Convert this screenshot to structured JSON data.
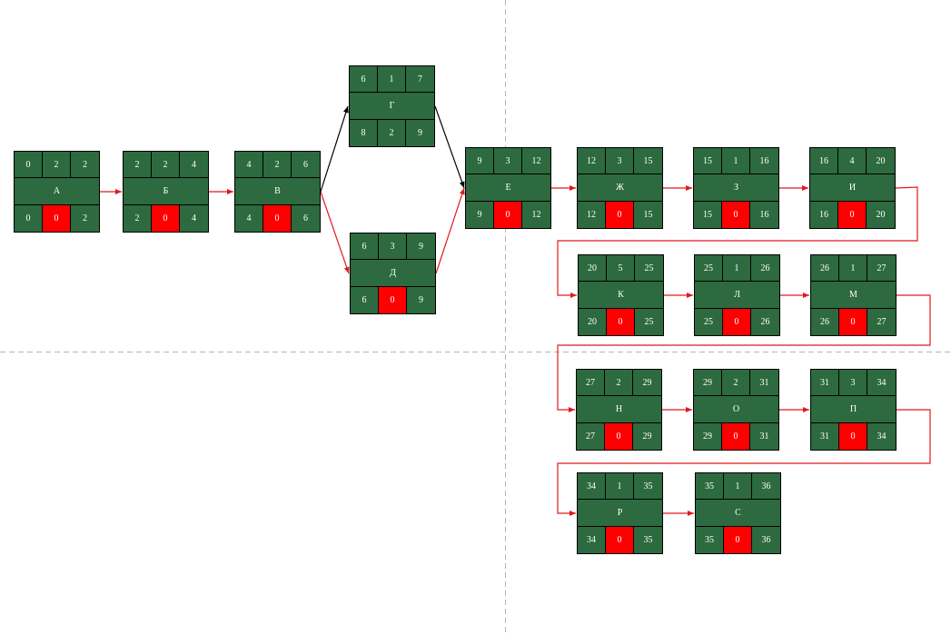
{
  "colors": {
    "node_fill": "#2d6a3f",
    "critical": "#ff0000",
    "edge_normal": "#000000",
    "edge_critical": "#e0191e",
    "guide": "#b4b4b4",
    "text": "#ffffff"
  },
  "nodes": [
    {
      "id": "A",
      "name": "А",
      "es": "0",
      "dur": "2",
      "ef": "2",
      "ls": "0",
      "slack": "0",
      "lf": "2"
    },
    {
      "id": "B",
      "name": "Б",
      "es": "2",
      "dur": "2",
      "ef": "4",
      "ls": "2",
      "slack": "0",
      "lf": "4"
    },
    {
      "id": "V",
      "name": "В",
      "es": "4",
      "dur": "2",
      "ef": "6",
      "ls": "4",
      "slack": "0",
      "lf": "6"
    },
    {
      "id": "G",
      "name": "Г",
      "es": "6",
      "dur": "1",
      "ef": "7",
      "ls": "8",
      "slack": "2",
      "lf": "9"
    },
    {
      "id": "D",
      "name": "Д",
      "es": "6",
      "dur": "3",
      "ef": "9",
      "ls": "6",
      "slack": "0",
      "lf": "9"
    },
    {
      "id": "E",
      "name": "Е",
      "es": "9",
      "dur": "3",
      "ef": "12",
      "ls": "9",
      "slack": "0",
      "lf": "12"
    },
    {
      "id": "ZH",
      "name": "Ж",
      "es": "12",
      "dur": "3",
      "ef": "15",
      "ls": "12",
      "slack": "0",
      "lf": "15"
    },
    {
      "id": "Z",
      "name": "З",
      "es": "15",
      "dur": "1",
      "ef": "16",
      "ls": "15",
      "slack": "0",
      "lf": "16"
    },
    {
      "id": "I",
      "name": "И",
      "es": "16",
      "dur": "4",
      "ef": "20",
      "ls": "16",
      "slack": "0",
      "lf": "20"
    },
    {
      "id": "K",
      "name": "К",
      "es": "20",
      "dur": "5",
      "ef": "25",
      "ls": "20",
      "slack": "0",
      "lf": "25"
    },
    {
      "id": "L",
      "name": "Л",
      "es": "25",
      "dur": "1",
      "ef": "26",
      "ls": "25",
      "slack": "0",
      "lf": "26"
    },
    {
      "id": "M",
      "name": "М",
      "es": "26",
      "dur": "1",
      "ef": "27",
      "ls": "26",
      "slack": "0",
      "lf": "27"
    },
    {
      "id": "N",
      "name": "Н",
      "es": "27",
      "dur": "2",
      "ef": "29",
      "ls": "27",
      "slack": "0",
      "lf": "29"
    },
    {
      "id": "O",
      "name": "О",
      "es": "29",
      "dur": "2",
      "ef": "31",
      "ls": "29",
      "slack": "0",
      "lf": "31"
    },
    {
      "id": "P",
      "name": "П",
      "es": "31",
      "dur": "3",
      "ef": "34",
      "ls": "31",
      "slack": "0",
      "lf": "34"
    },
    {
      "id": "R",
      "name": "Р",
      "es": "34",
      "dur": "1",
      "ef": "35",
      "ls": "34",
      "slack": "0",
      "lf": "35"
    },
    {
      "id": "S",
      "name": "С",
      "es": "35",
      "dur": "1",
      "ef": "36",
      "ls": "35",
      "slack": "0",
      "lf": "36"
    }
  ],
  "edges": [
    {
      "from": "A",
      "to": "B",
      "critical": true
    },
    {
      "from": "B",
      "to": "V",
      "critical": true
    },
    {
      "from": "V",
      "to": "G",
      "critical": false
    },
    {
      "from": "V",
      "to": "D",
      "critical": true
    },
    {
      "from": "G",
      "to": "E",
      "critical": false
    },
    {
      "from": "D",
      "to": "E",
      "critical": true
    },
    {
      "from": "E",
      "to": "ZH",
      "critical": true
    },
    {
      "from": "ZH",
      "to": "Z",
      "critical": true
    },
    {
      "from": "Z",
      "to": "I",
      "critical": true
    },
    {
      "from": "I",
      "to": "K",
      "critical": true
    },
    {
      "from": "K",
      "to": "L",
      "critical": true
    },
    {
      "from": "L",
      "to": "M",
      "critical": true
    },
    {
      "from": "M",
      "to": "N",
      "critical": true
    },
    {
      "from": "N",
      "to": "O",
      "critical": true
    },
    {
      "from": "O",
      "to": "P",
      "critical": true
    },
    {
      "from": "P",
      "to": "R",
      "critical": true
    },
    {
      "from": "R",
      "to": "S",
      "critical": true
    }
  ]
}
